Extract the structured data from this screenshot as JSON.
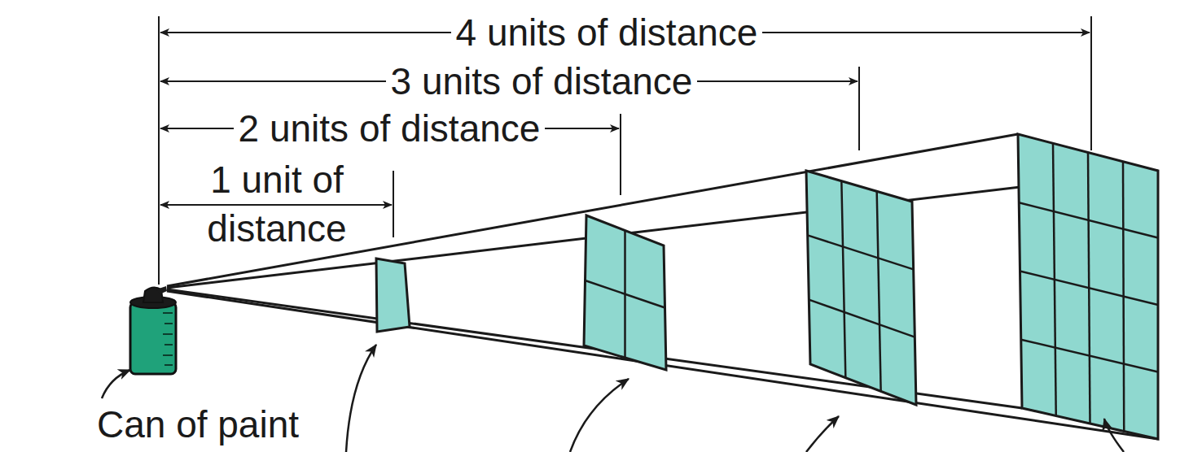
{
  "diagram": {
    "labels": [
      "4 units of distance",
      "3 units of distance",
      "2 units of distance",
      "1 unit of distance",
      "Can of paint"
    ]
  }
}
